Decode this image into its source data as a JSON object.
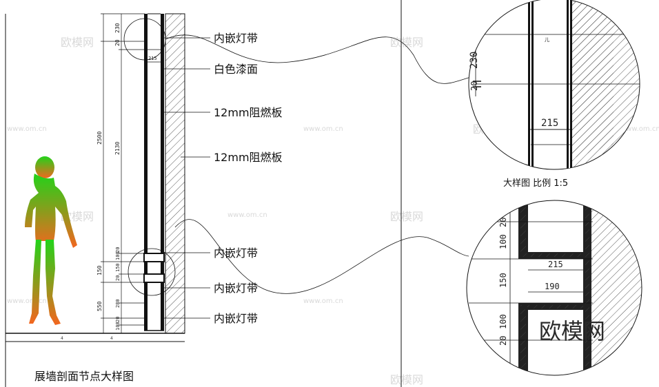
{
  "labels": {
    "strip_1": "内嵌灯带",
    "paint": "白色漆面",
    "board_1": "12mm阻燃板",
    "board_2": "12mm阻燃板",
    "strip_2": "内嵌灯带",
    "strip_3": "内嵌灯带",
    "strip_4": "内嵌灯带"
  },
  "titles": {
    "main": "展墙剖面节点大样图",
    "detail": "大样图   比例 1:5"
  },
  "dims_left": {
    "d230": "230",
    "d20a": "20",
    "d215": "215",
    "d2500": "2500",
    "d2130": "2130",
    "d150": "150",
    "d150b": "150",
    "d1000": "100",
    "d20b": "20",
    "d20c": "20",
    "d550": "550",
    "d280": "280",
    "d100b": "100",
    "d20d": "20"
  },
  "dims_detail_top": {
    "d230": "230",
    "d20": "20",
    "d215": "215"
  },
  "dims_detail_bottom": {
    "d20a": "20",
    "d100a": "100",
    "d215": "215",
    "d150": "150",
    "d190": "190",
    "d100b": "100",
    "d20b": "20"
  },
  "watermark": {
    "brand": "欧模网",
    "site": "www.om.cn"
  },
  "colors": {
    "line": "#111111",
    "hatch": "#333333",
    "figure_top": "#22d31a",
    "figure_bottom": "#f3661f"
  }
}
